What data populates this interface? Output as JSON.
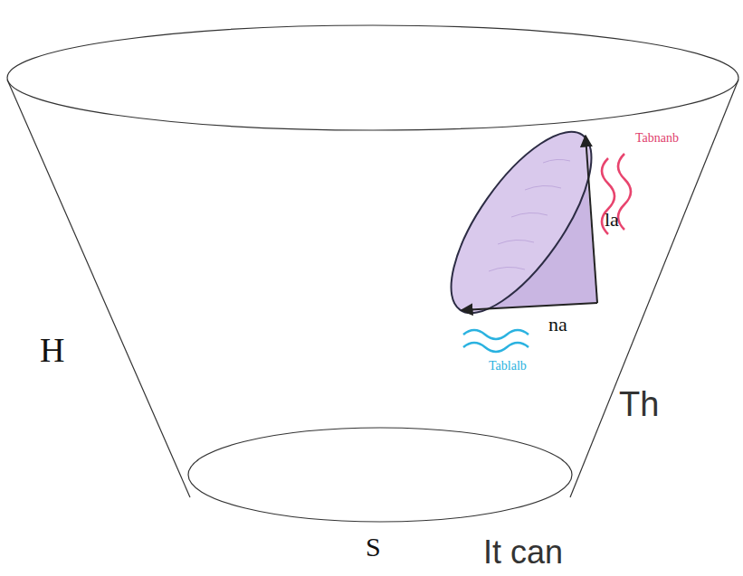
{
  "diagram": {
    "labels": [
      "H",
      "S",
      "Th",
      "It can",
      "la",
      "na",
      "Tabnanb",
      "Tablalb"
    ]
  }
}
